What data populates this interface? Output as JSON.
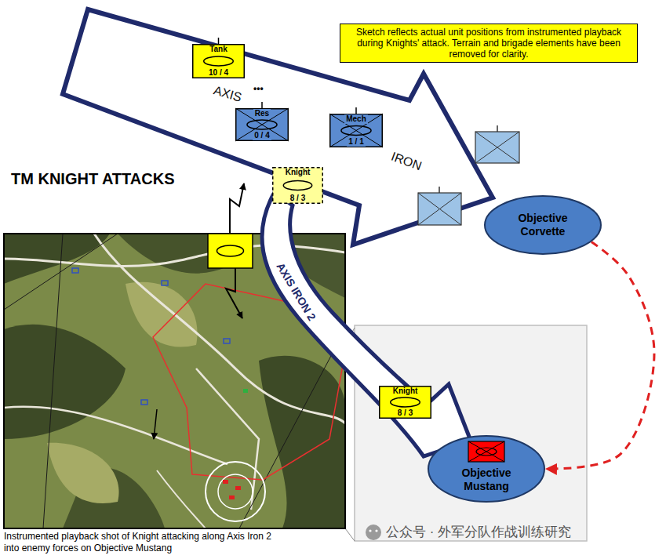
{
  "diagram": {
    "title": "TM KNIGHT ATTACKS",
    "caption": "Instrumented playback shot of Knight attacking along Axis Iron 2 into enemy forces on Objective Mustang",
    "nodes": [
      {
        "text": [
          "Sketch reflects actual unit positions from instrumented playback during Knights' attack. Terrain and brigade elements have been removed for clarity."
        ]
      },
      {
        "text": [
          "Tank",
          "10 / 4"
        ]
      },
      {
        "text": [
          "Res",
          "0 / 4"
        ]
      },
      {
        "text": [
          "Mech",
          "1 / 1"
        ]
      },
      {
        "text": [
          "Knight",
          "8 / 3"
        ]
      },
      {
        "text": [
          "Objective Corvette"
        ]
      },
      {
        "text": [
          "Knight",
          "8 / 3"
        ]
      },
      {
        "text": [
          "Objective Mustang"
        ]
      }
    ],
    "edges": [
      {
        "from": 5,
        "to": 7,
        "arrow": "to"
      }
    ],
    "labels": [
      "AXIS",
      "•••",
      "IRON",
      "AXIS IRON 2",
      "公众号 · 外军分队作战训练研究"
    ]
  }
}
